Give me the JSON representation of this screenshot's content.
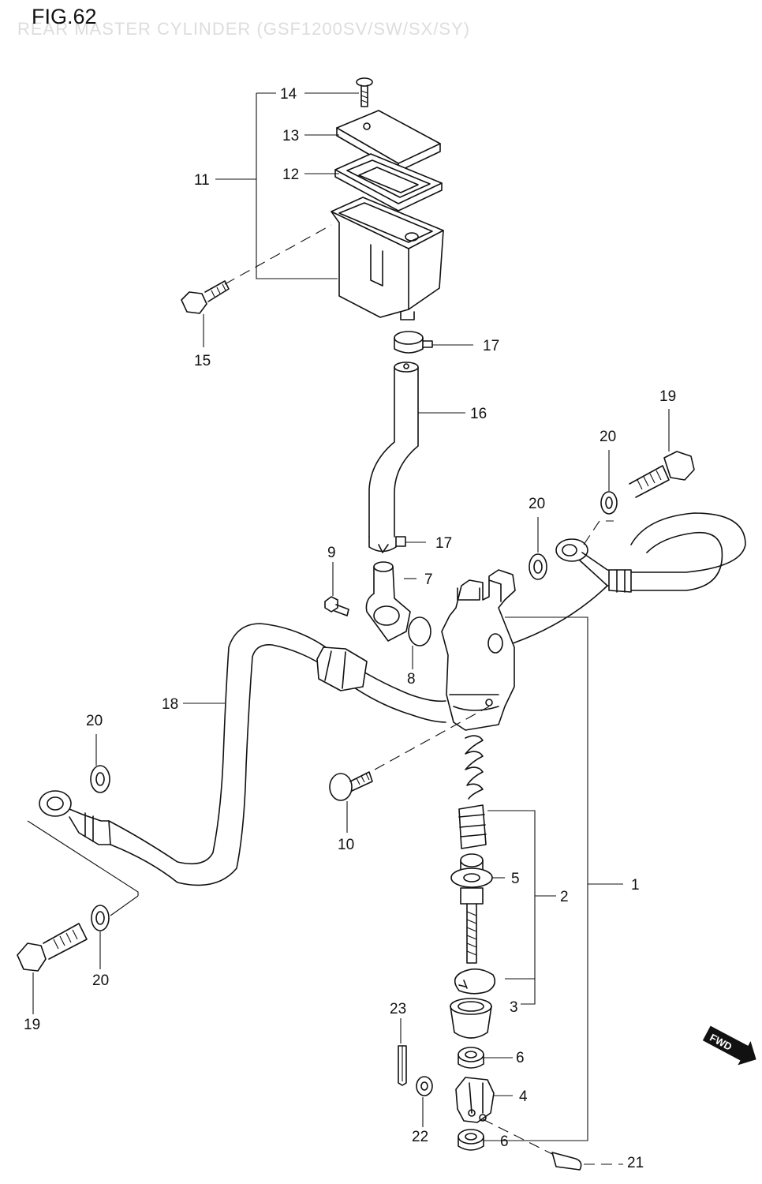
{
  "figure": {
    "title": "FIG.62",
    "subtitle": "REAR MASTER CYLINDER (GSF1200SV/SW/SX/SY)"
  },
  "callouts": [
    "1",
    "2",
    "3",
    "4",
    "5",
    "6",
    "7",
    "8",
    "9",
    "10",
    "11",
    "12",
    "13",
    "14",
    "15",
    "16",
    "17",
    "18",
    "19",
    "20",
    "21",
    "22",
    "23"
  ],
  "labels": {
    "c1": "1",
    "c2": "2",
    "c3": "3",
    "c4": "4",
    "c5": "5",
    "c6a": "6",
    "c6b": "6",
    "c7": "7",
    "c8": "8",
    "c9": "9",
    "c10": "10",
    "c11": "11",
    "c12": "12",
    "c13": "13",
    "c14": "14",
    "c15": "15",
    "c16": "16",
    "c17a": "17",
    "c17b": "17",
    "c18": "18",
    "c19a": "19",
    "c19b": "19",
    "c20a": "20",
    "c20b": "20",
    "c20c": "20",
    "c20d": "20",
    "c21": "21",
    "c22": "22",
    "c23": "23"
  },
  "fwd_badge": "FWD"
}
